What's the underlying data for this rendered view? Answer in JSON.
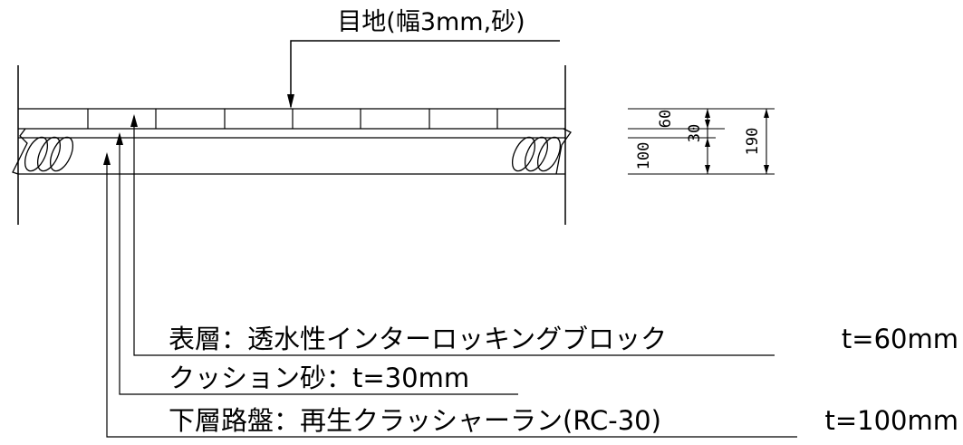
{
  "joint_label": "目地(幅3mm,砂)",
  "layers": [
    {
      "name": "表層：透水性インターロッキングブロック",
      "thickness": "t=60mm"
    },
    {
      "name": "クッション砂：t=30mm",
      "thickness": ""
    },
    {
      "name": "下層路盤：再生クラッシャーラン(RC-30)",
      "thickness": "t=100mm"
    }
  ],
  "dimensions": {
    "surface": "60",
    "cushion": "30",
    "subbase": "100",
    "total": "190"
  }
}
